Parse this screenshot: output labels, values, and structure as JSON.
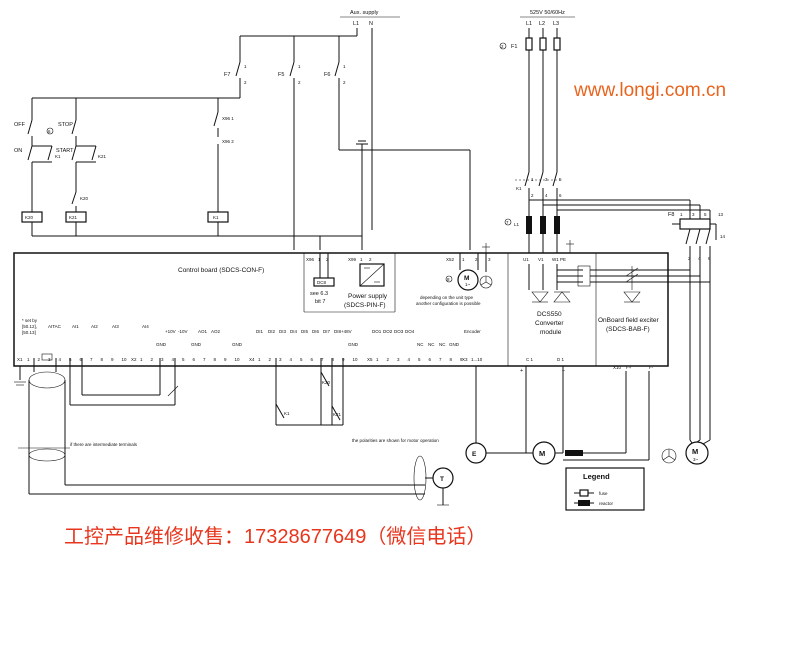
{
  "supply": {
    "aux_label": "Aux. supply",
    "aux_l1": "L1",
    "aux_n": "N",
    "main_label": "525V  50/60Hz",
    "phases": [
      "L1",
      "L2",
      "L3"
    ],
    "fuse_f1": "F1",
    "ref_2": "2"
  },
  "fuses_left": [
    {
      "name": "F7",
      "p1": "1",
      "p2": "2"
    },
    {
      "name": "F5",
      "p1": "1",
      "p2": "2"
    },
    {
      "name": "F6",
      "p1": "1",
      "p2": "2"
    }
  ],
  "control": {
    "off": "OFF",
    "stop": "STOP",
    "on": "ON",
    "start": "START",
    "k1": "K1",
    "k21": "K21",
    "k20": "K20",
    "ref_6": "6",
    "k20_label": "K20",
    "k21_label": "K21",
    "k1_label": "K1",
    "x96_1": "X96 1",
    "x96_2": "X96 2",
    "k1_coil": "K1"
  },
  "main_circuit": {
    "k1": "K1",
    "l1": "L1",
    "ref_7": "7",
    "pins_top": [
      "1",
      "3",
      "5"
    ],
    "pins_mid": [
      "2",
      "4",
      "6"
    ],
    "f8": "F8",
    "f8_pins": [
      "1",
      "3",
      "5",
      "13"
    ],
    "f8_14": "14",
    "f8_out": [
      "2",
      "4",
      "6"
    ]
  },
  "board": {
    "title": "Control board (SDCS-CON-F)",
    "x96": "X96",
    "x96_pins": [
      "1",
      "2"
    ],
    "x99": "X99",
    "x99_pins": [
      "1",
      "2"
    ],
    "dc_label": "DC8",
    "see_label": "see 6.3",
    "bit_label": "bit 7",
    "psu_title": "Power supply",
    "psu_sub": "(SDCS-PIN-F)",
    "x52": "X52",
    "x52_pins": [
      "1",
      "2",
      "3"
    ],
    "ref_8": "8",
    "fan_note_1": "depending on the unit type",
    "fan_note_2": "another configuration is possible",
    "dcs_title": "DCS550",
    "dcs_line2": "Converter",
    "dcs_line3": "module",
    "onboard_title": "OnBoard field exciter",
    "onboard_sub": "(SDCS-BAB-F)",
    "term_uvw": [
      "U1",
      "V1",
      "W1 PE"
    ],
    "c1": "C 1",
    "d1": "D 1",
    "x10": "X10",
    "f_plus": "F+",
    "f_minus": "F-",
    "plus": "+",
    "minus": "−",
    "encoder": "Encoder",
    "groups_top": [
      "AITAC",
      "AI1",
      "AI2",
      "AI3",
      "AI4",
      "+10V",
      "-10V",
      "AO1",
      "AO2",
      "DI1",
      "DI2",
      "DI3",
      "DI4",
      "DI5",
      "DI6",
      "DI7",
      "DI8",
      "+48V",
      "DO1",
      "DO2",
      "DO3",
      "DO4",
      "NC",
      "NC",
      "NC",
      "GND"
    ],
    "gnd_labels": [
      "GND",
      "GND",
      "GND",
      "GND"
    ],
    "x1": "X1",
    "x2": "X2",
    "x3": "X3",
    "x4": "X4",
    "x5": "X5",
    "x6": "X6",
    "x3_range": "1...10",
    "set_by_1": "* set by",
    "set_by_2": "[50.12],",
    "set_by_3": "[50.13]"
  },
  "terminal_numbers": [
    "1",
    "2",
    "3",
    "4",
    "5",
    "6",
    "7",
    "8",
    "9",
    "10"
  ],
  "field": {
    "k1": "K1",
    "k20": "K20",
    "k21": "K21"
  },
  "notes": {
    "intermediate": "if there are intermediate terminals",
    "polarities": "the polarities are shown for motor operation"
  },
  "motors": {
    "dc_motor": "M",
    "ac_motor": "M",
    "ac_motor_sub": "3~",
    "fan_motor": "M",
    "fan_motor_sub": "1~",
    "encoder_e": "E",
    "tacho": "T"
  },
  "legend": {
    "title": "Legend",
    "fuse": "fuse",
    "reactor": "reactor"
  },
  "watermark": "www.longi.com.cn",
  "footer": "工控产品维修收售：17328677649（微信电话）",
  "colors": {
    "watermark": "#e8641e",
    "footer": "#e8361e",
    "lines": "#111111"
  }
}
